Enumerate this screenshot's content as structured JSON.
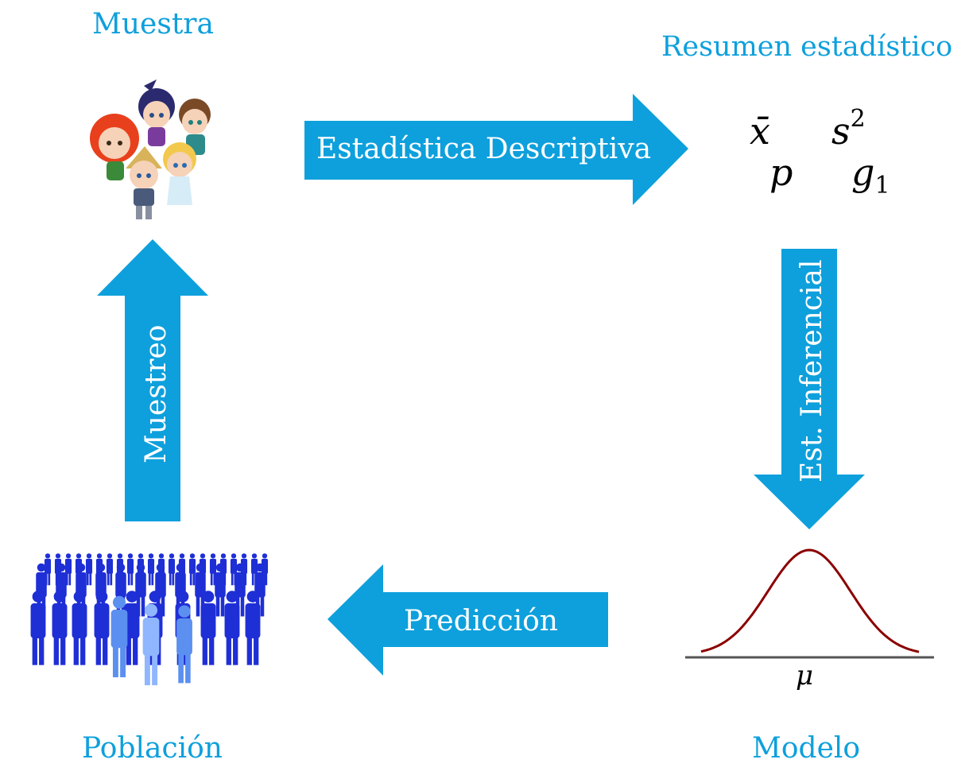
{
  "nodes": {
    "muestra": "Muestra",
    "resumen": "Resumen estadístico",
    "poblacion": "Población",
    "modelo": "Modelo"
  },
  "arrows": {
    "descriptiva": "Estadística Descriptiva",
    "inferencial": "Est. Inferencial",
    "prediccion": "Predicción",
    "muestreo": "Muestreo"
  },
  "statistics": {
    "mean": "x̄",
    "variance_base": "s",
    "variance_exp": "2",
    "proportion": "p",
    "skew_base": "g",
    "skew_sub": "1"
  },
  "model": {
    "parameter": "μ"
  },
  "colors": {
    "accent": "#0ea0dc",
    "arrow": "#0ea0dc",
    "curve": "#8b0000",
    "people": "#1f2fd6",
    "people_light": "#5b8ff0"
  }
}
